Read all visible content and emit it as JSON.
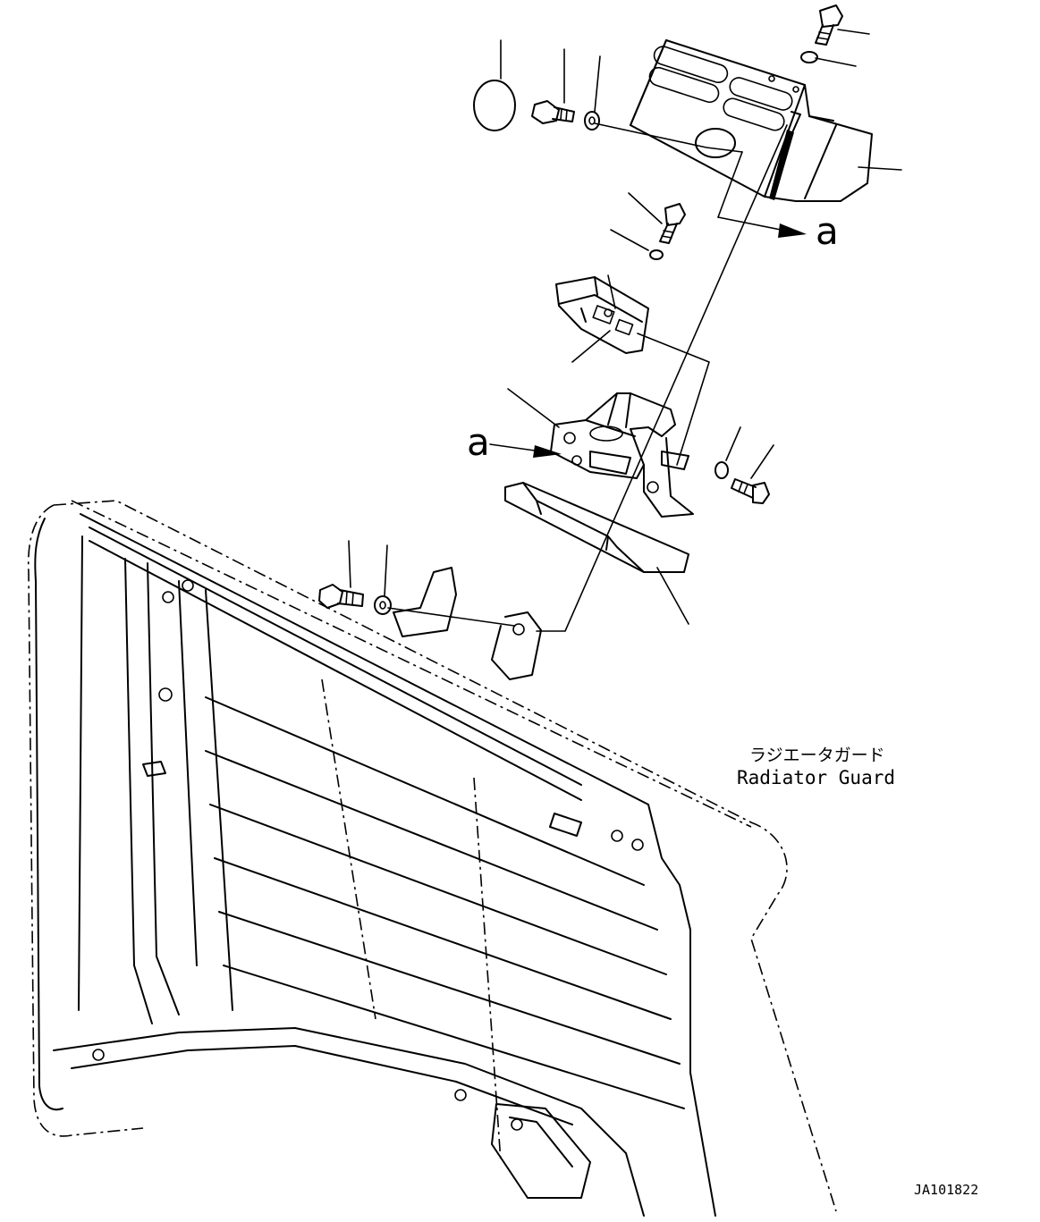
{
  "labels": {
    "part_name_jp": "ラジエータガード",
    "part_name_en": "Radiator Guard",
    "view_marker_upper": "a",
    "view_marker_lower": "a",
    "drawing_id": "JA101822"
  }
}
